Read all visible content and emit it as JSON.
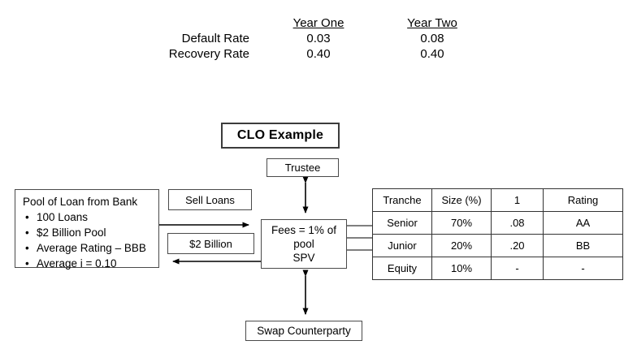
{
  "rates": {
    "year_one_header": "Year One",
    "year_two_header": "Year Two",
    "rows": [
      {
        "label": "Default Rate",
        "year_one": "0.03",
        "year_two": "0.08"
      },
      {
        "label": "Recovery Rate",
        "year_one": "0.40",
        "year_two": "0.40"
      }
    ]
  },
  "diagram": {
    "title": "CLO Example",
    "trustee": "Trustee",
    "pool": {
      "title": "Pool of Loan from Bank",
      "bullets": [
        "100 Loans",
        "$2 Billion Pool",
        "Average Rating – BBB",
        "Average i = 0.10"
      ]
    },
    "sell_loans": "Sell Loans",
    "two_billion": "$2 Billion",
    "spv": {
      "line1": "Fees = 1% of",
      "line2": "pool",
      "line3": "SPV"
    },
    "swap": "Swap Counterparty"
  },
  "tranche_table": {
    "headers": [
      "Tranche",
      "Size (%)",
      "1",
      "Rating"
    ],
    "rows": [
      [
        "Senior",
        "70%",
        ".08",
        "AA"
      ],
      [
        "Junior",
        "20%",
        ".20",
        "BB"
      ],
      [
        "Equity",
        "10%",
        "-",
        "-"
      ]
    ]
  },
  "colors": {
    "text": "#000000",
    "box_border": "#4a4a4a",
    "arrow": "#000000",
    "background": "#ffffff"
  }
}
